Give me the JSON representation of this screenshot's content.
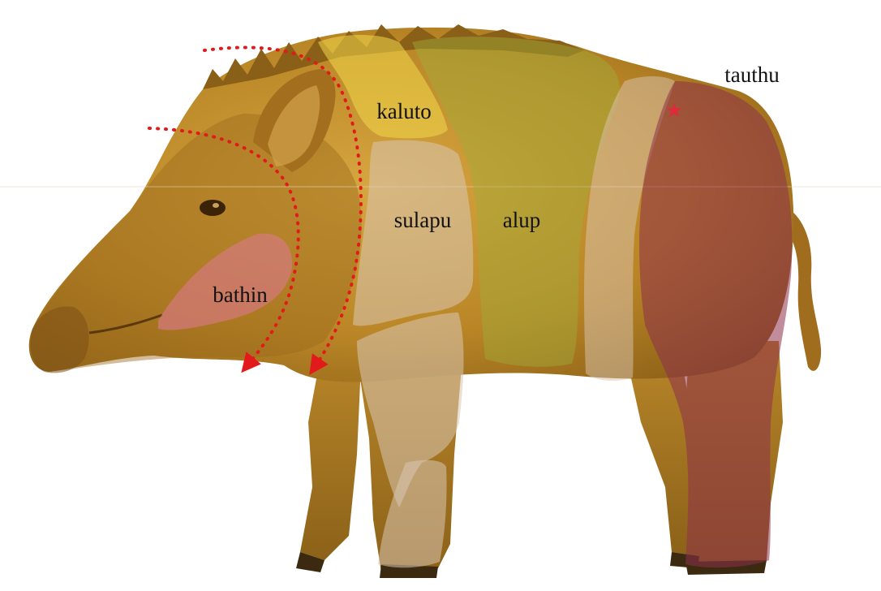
{
  "figure": {
    "subject_icon": "wild-boar-illustration",
    "colors": {
      "background": "#ffffff",
      "body_base": "#c08f2a",
      "body_dark": "#7a5518",
      "body_light": "#dcae4a",
      "arrow": "#e31a1c",
      "marker": "#e0293b",
      "overlay_yellow": "#f2d94a",
      "overlay_olive": "#9fae3a",
      "overlay_pale": "#d9c6b4",
      "overlay_red": "#8e2f4a",
      "overlay_pink": "#d97a86"
    },
    "regions": [
      {
        "id": "kaluto",
        "label": "kaluto",
        "tone": "yellow"
      },
      {
        "id": "alup",
        "label": "alup",
        "tone": "olive"
      },
      {
        "id": "sulapu",
        "label": "sulapu",
        "tone": "pale"
      },
      {
        "id": "tauthu",
        "label": "tauthu",
        "tone": "red"
      },
      {
        "id": "bathin",
        "label": "bathin",
        "tone": "pink"
      }
    ],
    "arrows": [
      {
        "id": "outer-cut-line",
        "style": "dotted",
        "color": "#e31a1c"
      },
      {
        "id": "inner-cut-line",
        "style": "dotted",
        "color": "#e31a1c"
      }
    ],
    "marker": {
      "icon": "star-icon",
      "color": "#e0293b"
    }
  }
}
